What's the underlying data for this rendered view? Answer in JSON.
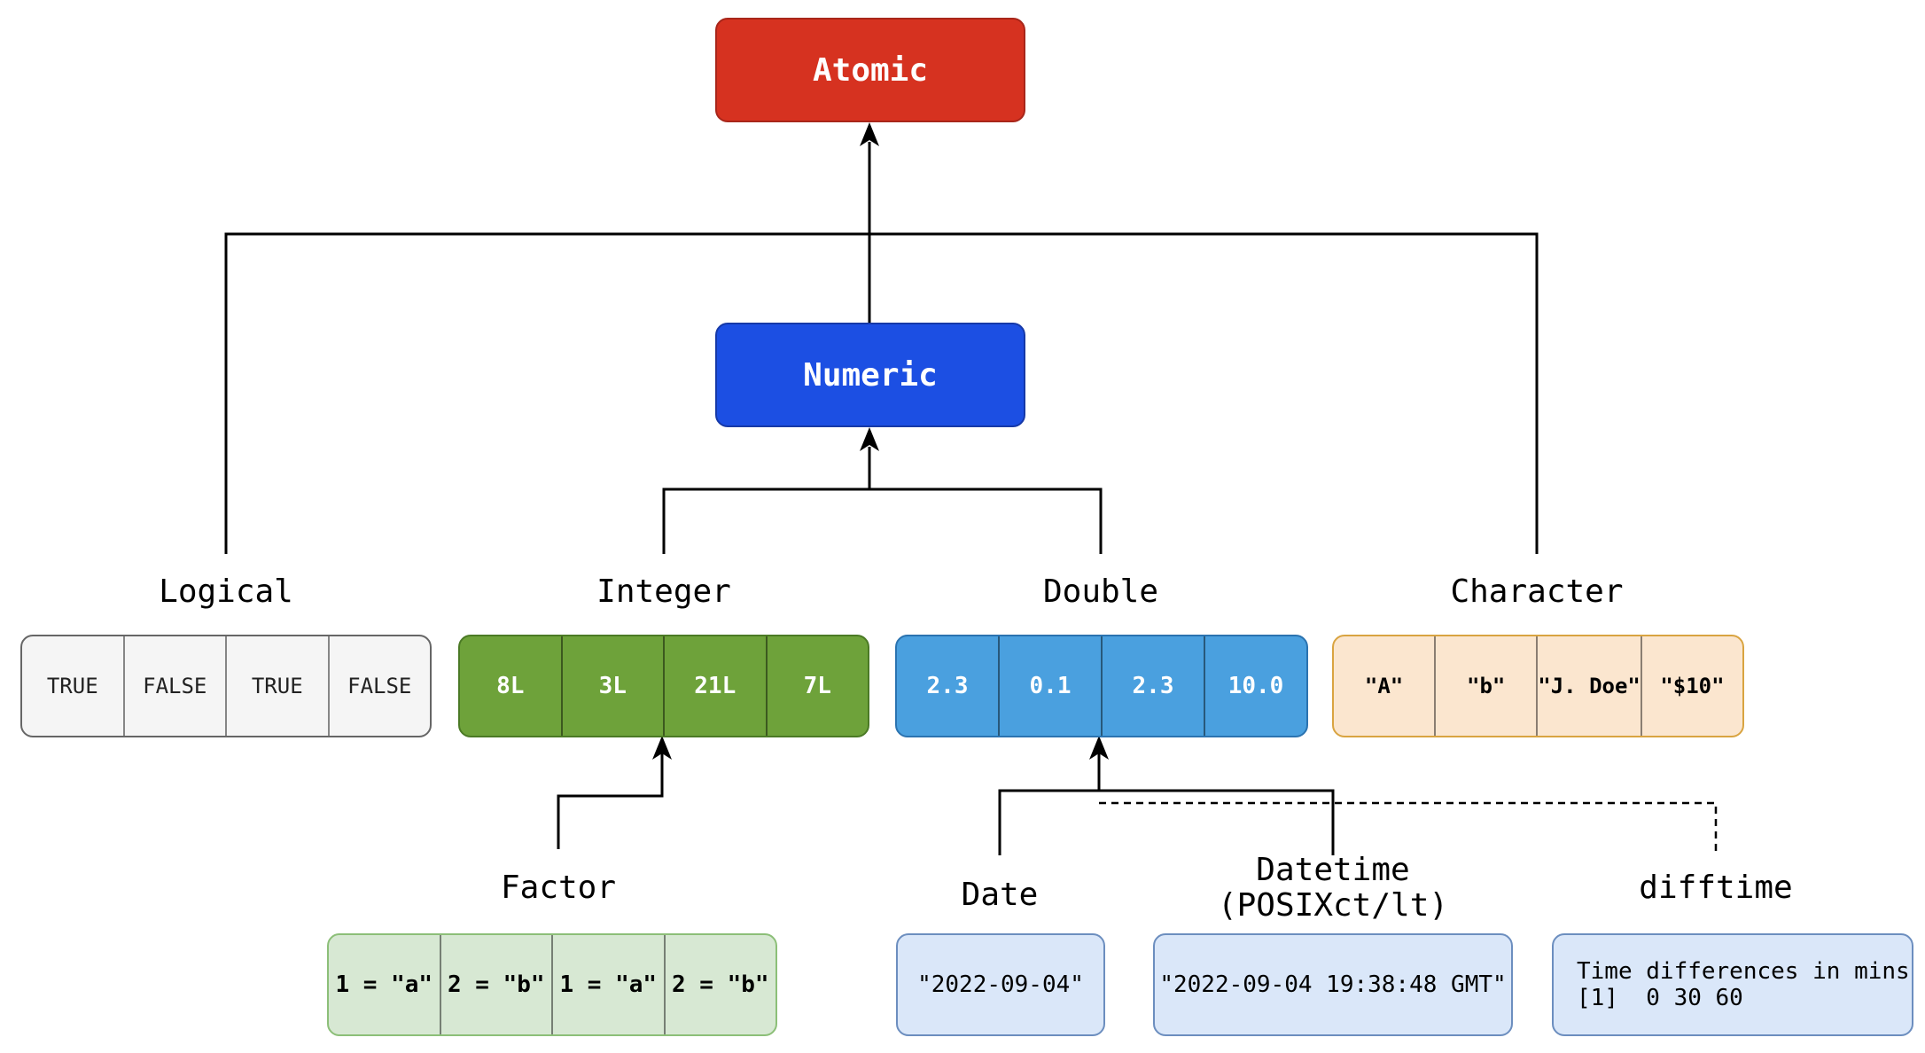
{
  "colors": {
    "atomic": "#d63220",
    "numeric": "#1c4fe3",
    "logical_fill": "#f5f5f5",
    "integer_fill": "#6ea23a",
    "double_fill": "#4aa0df",
    "character_fill": "#fbe6cf",
    "factor_fill": "#d7e8d3",
    "date_fill": "#dae7f9"
  },
  "nodes": {
    "atomic": "Atomic",
    "numeric": "Numeric",
    "logical": "Logical",
    "integer": "Integer",
    "double": "Double",
    "character": "Character",
    "factor": "Factor",
    "date": "Date",
    "datetime_line1": "Datetime",
    "datetime_line2": "(POSIXct/lt)",
    "difftime": "difftime"
  },
  "vectors": {
    "logical": [
      "TRUE",
      "FALSE",
      "TRUE",
      "FALSE"
    ],
    "integer": [
      "8L",
      "3L",
      "21L",
      "7L"
    ],
    "double": [
      "2.3",
      "0.1",
      "2.3",
      "10.0"
    ],
    "character": [
      "\"A\"",
      "\"b\"",
      "\"J. Doe\"",
      "\"$10\""
    ],
    "factor": [
      "1 = \"a\"",
      "2 = \"b\"",
      "1 = \"a\"",
      "2 = \"b\""
    ]
  },
  "examples": {
    "date": "\"2022-09-04\"",
    "datetime": "\"2022-09-04 19:38:48 GMT\"",
    "difftime_line1": "Time differences in mins",
    "difftime_line2": "[1]  0 30 60"
  }
}
